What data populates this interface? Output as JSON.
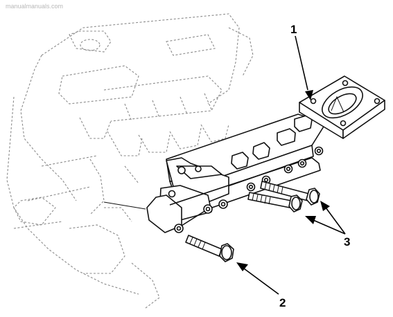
{
  "callouts": {
    "one": "1",
    "two": "2",
    "three": "3"
  },
  "watermark": "manualmanuals.com",
  "colors": {
    "line": "#111111",
    "ghost": "#8a8a8a",
    "background": "#ffffff"
  }
}
